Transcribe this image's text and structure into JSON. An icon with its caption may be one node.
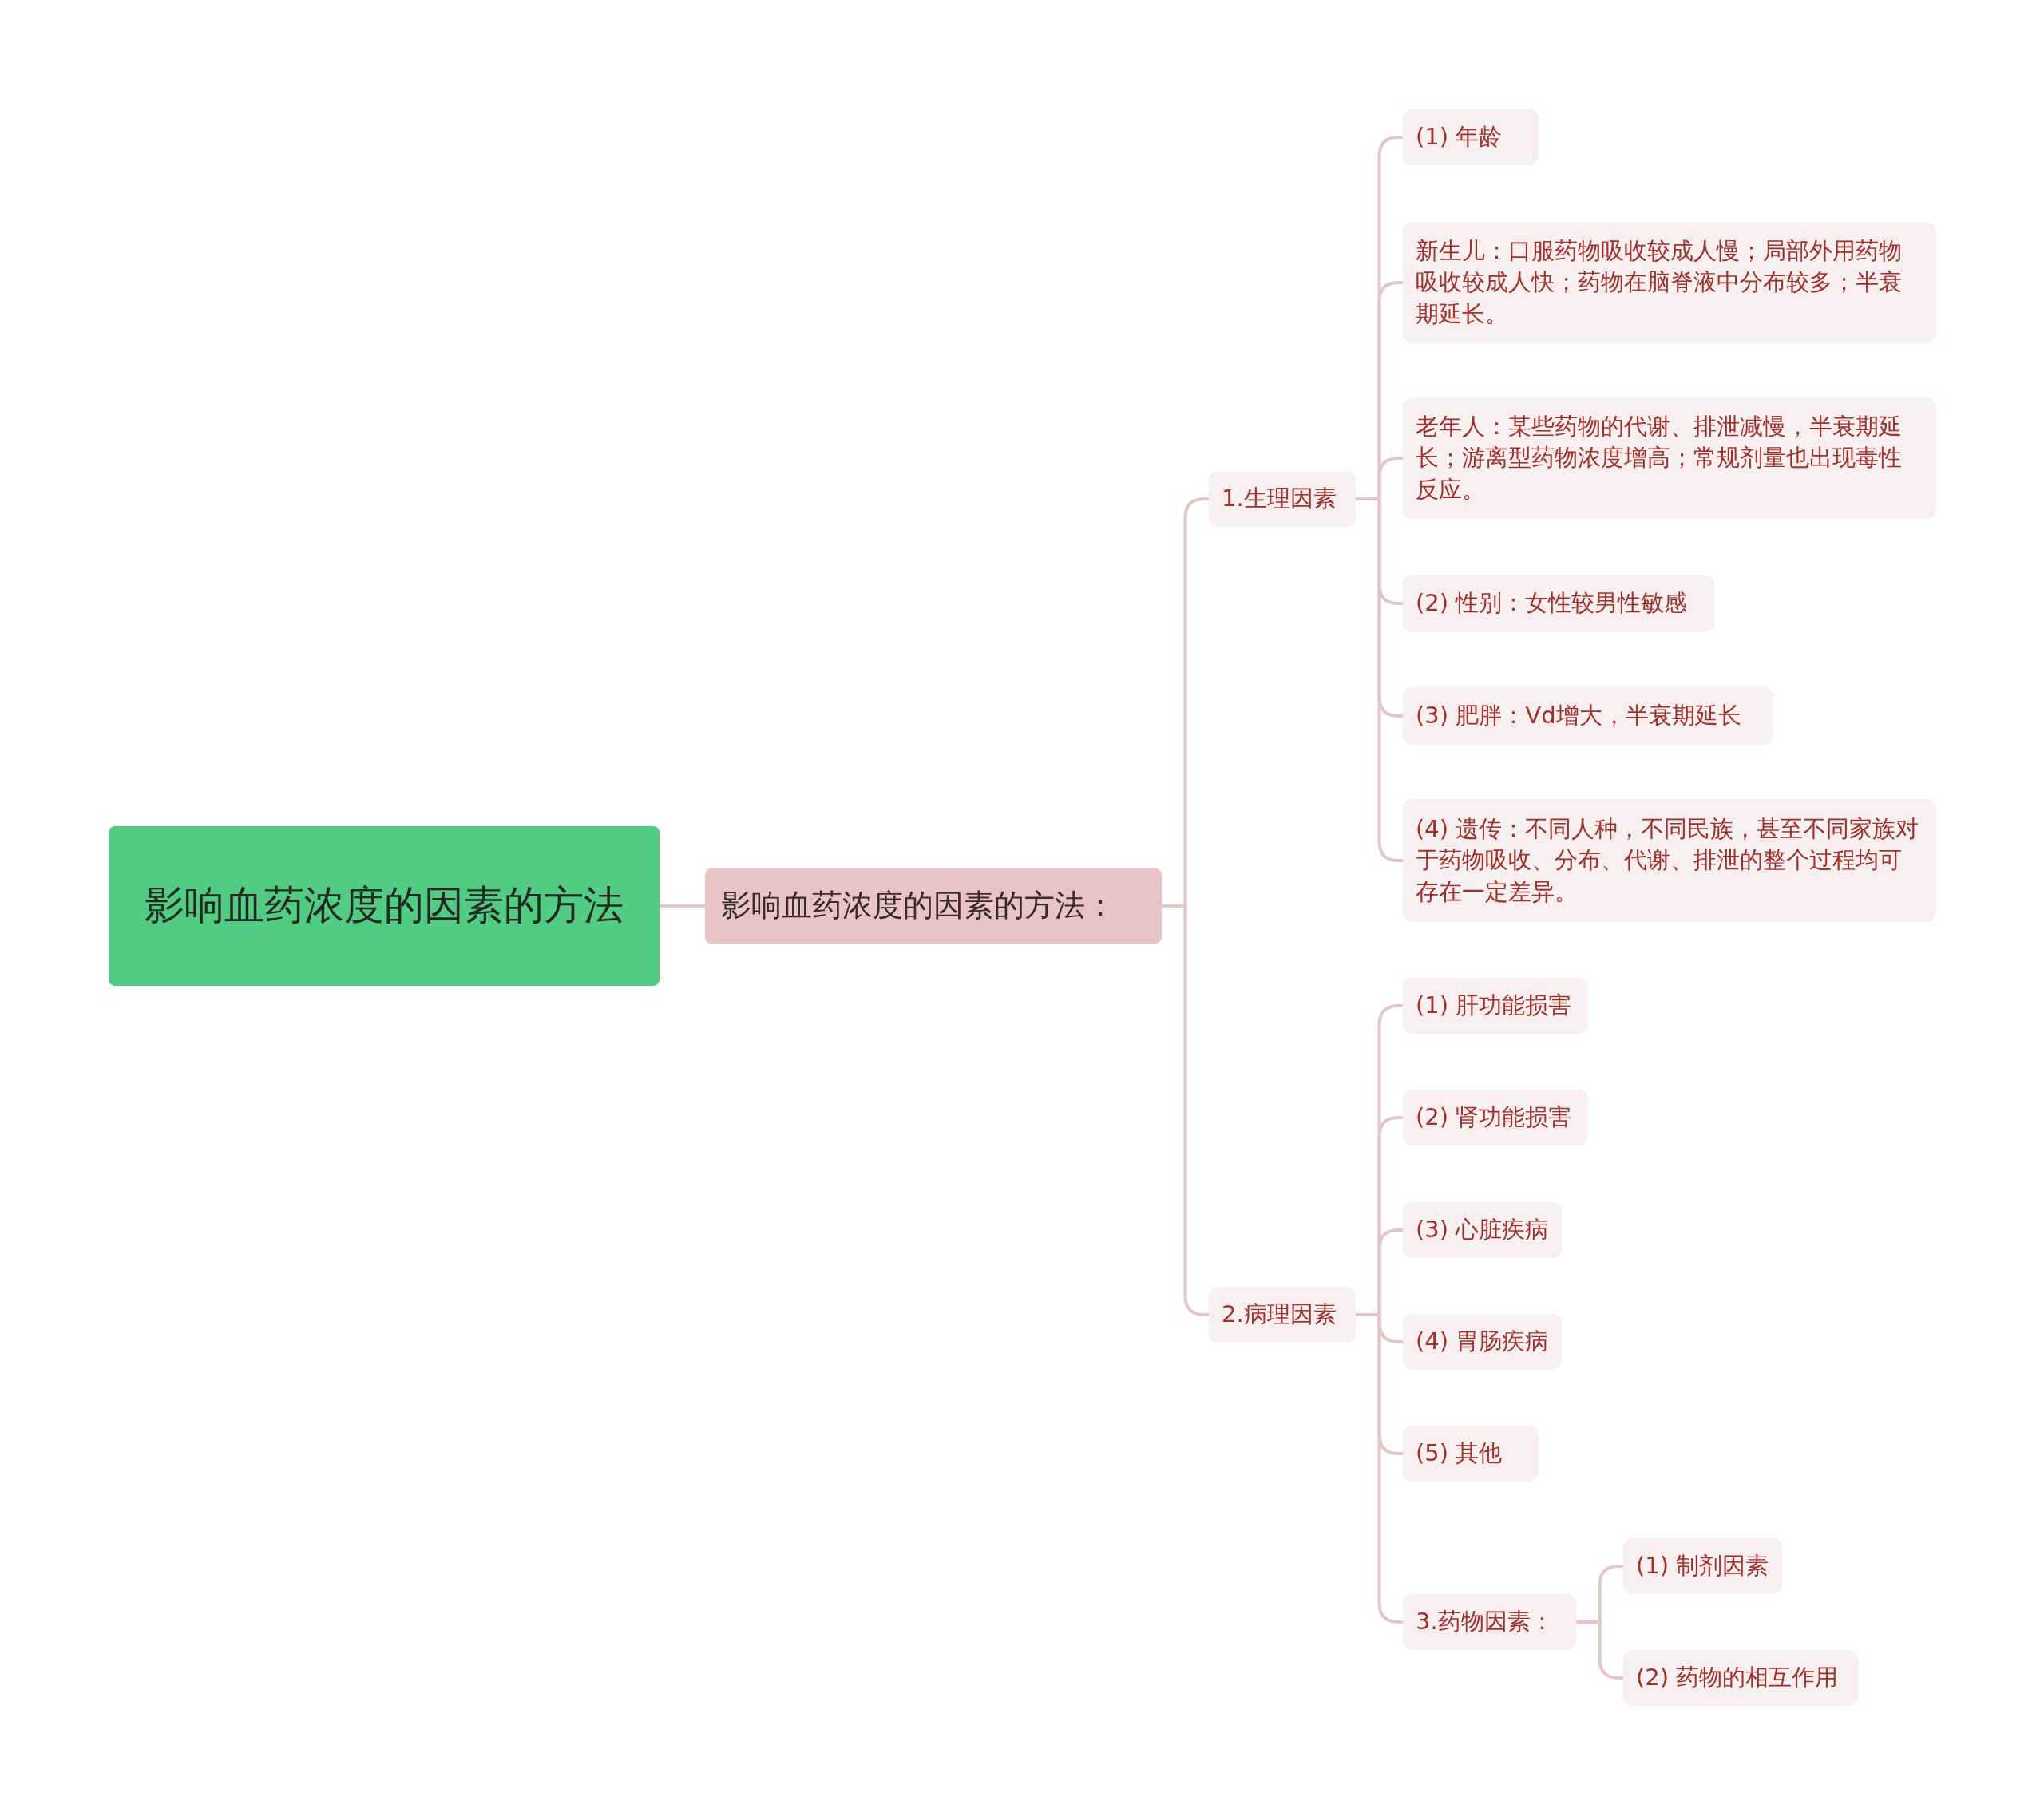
{
  "diagram": {
    "nodes": [
      {
        "text": [
          "影响血药浓度的因素的方法"
        ]
      },
      {
        "text": [
          "影响血药浓度的因素的方法："
        ]
      },
      {
        "text": [
          "1.生理因素"
        ]
      },
      {
        "text": [
          "(1) 年龄"
        ]
      },
      {
        "text": [
          "新生儿：口服药物吸收较成人慢；局部外用药物吸收较成人快；药物在脑脊液中分布较多；半衰期延长。"
        ]
      },
      {
        "text": [
          "老年人：某些药物的代谢、排泄减慢，半衰期延长；游离型药物浓度增高；常规剂量也出现毒性反应。"
        ]
      },
      {
        "text": [
          "(2) 性别：女性较男性敏感"
        ]
      },
      {
        "text": [
          "(3) 肥胖：Vd增大，半衰期延长"
        ]
      },
      {
        "text": [
          "(4) 遗传：不同人种，不同民族，甚至不同家族对于药物吸收、分布、代谢、排泄的整个过程均可存在一定差异。"
        ]
      },
      {
        "text": [
          "2.病理因素"
        ]
      },
      {
        "text": [
          "(1) 肝功能损害"
        ]
      },
      {
        "text": [
          "(2) 肾功能损害"
        ]
      },
      {
        "text": [
          "(3) 心脏疾病"
        ]
      },
      {
        "text": [
          "(4) 胃肠疾病"
        ]
      },
      {
        "text": [
          "(5) 其他"
        ]
      },
      {
        "text": [
          "3.药物因素："
        ]
      },
      {
        "text": [
          "(1) 制剂因素"
        ]
      },
      {
        "text": [
          "(2) 药物的相互作用"
        ]
      }
    ],
    "edges": [
      {
        "from": 0,
        "to": 1,
        "arrow": "none"
      },
      {
        "from": 1,
        "to": 2,
        "arrow": "none"
      },
      {
        "from": 1,
        "to": 9,
        "arrow": "none"
      },
      {
        "from": 2,
        "to": 3,
        "arrow": "none"
      },
      {
        "from": 2,
        "to": 4,
        "arrow": "none"
      },
      {
        "from": 2,
        "to": 5,
        "arrow": "none"
      },
      {
        "from": 2,
        "to": 6,
        "arrow": "none"
      },
      {
        "from": 2,
        "to": 7,
        "arrow": "none"
      },
      {
        "from": 2,
        "to": 8,
        "arrow": "none"
      },
      {
        "from": 9,
        "to": 10,
        "arrow": "none"
      },
      {
        "from": 9,
        "to": 11,
        "arrow": "none"
      },
      {
        "from": 9,
        "to": 12,
        "arrow": "none"
      },
      {
        "from": 9,
        "to": 13,
        "arrow": "none"
      },
      {
        "from": 9,
        "to": 14,
        "arrow": "none"
      },
      {
        "from": 9,
        "to": 15,
        "arrow": "none"
      },
      {
        "from": 15,
        "to": 16,
        "arrow": "none"
      },
      {
        "from": 15,
        "to": 17,
        "arrow": "none"
      }
    ]
  }
}
